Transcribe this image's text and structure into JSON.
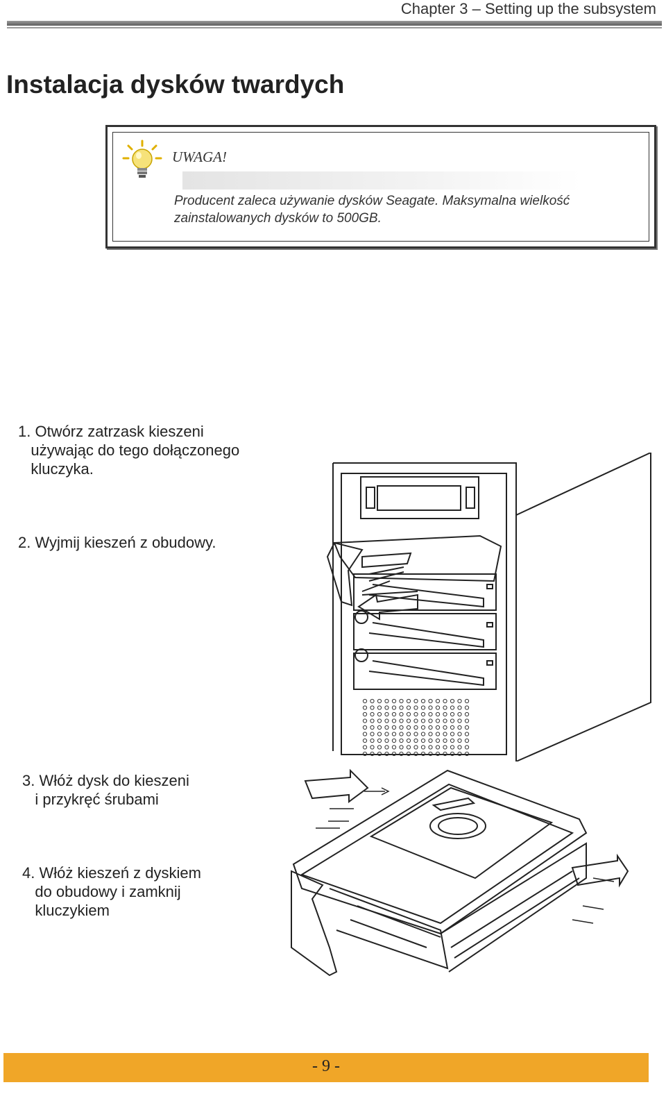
{
  "header": {
    "chapter": "Chapter 3 – Setting up the subsystem"
  },
  "title": "Instalacja dysków twardych",
  "note": {
    "label": "UWAGA!",
    "text": "Producent zaleca używanie dysków Seagate. Maksymalna wielkość zainstalowanych dysków to 500GB.",
    "icon": "lightbulb-icon"
  },
  "steps": [
    {
      "text": "1. Otwórz zatrzask kieszeni\n   używając do tego dołączonego\n   kluczyka."
    },
    {
      "text": "2. Wyjmij kieszeń z obudowy."
    },
    {
      "text": "3. Włóż dysk do kieszeni\n   i przykręć śrubami"
    },
    {
      "text": "4. Włóż kieszeń z dyskiem\n   do obudowy i zamknij\n   kluczykiem"
    }
  ],
  "footer": {
    "page": "- 9 -",
    "color": "#f0a628"
  }
}
